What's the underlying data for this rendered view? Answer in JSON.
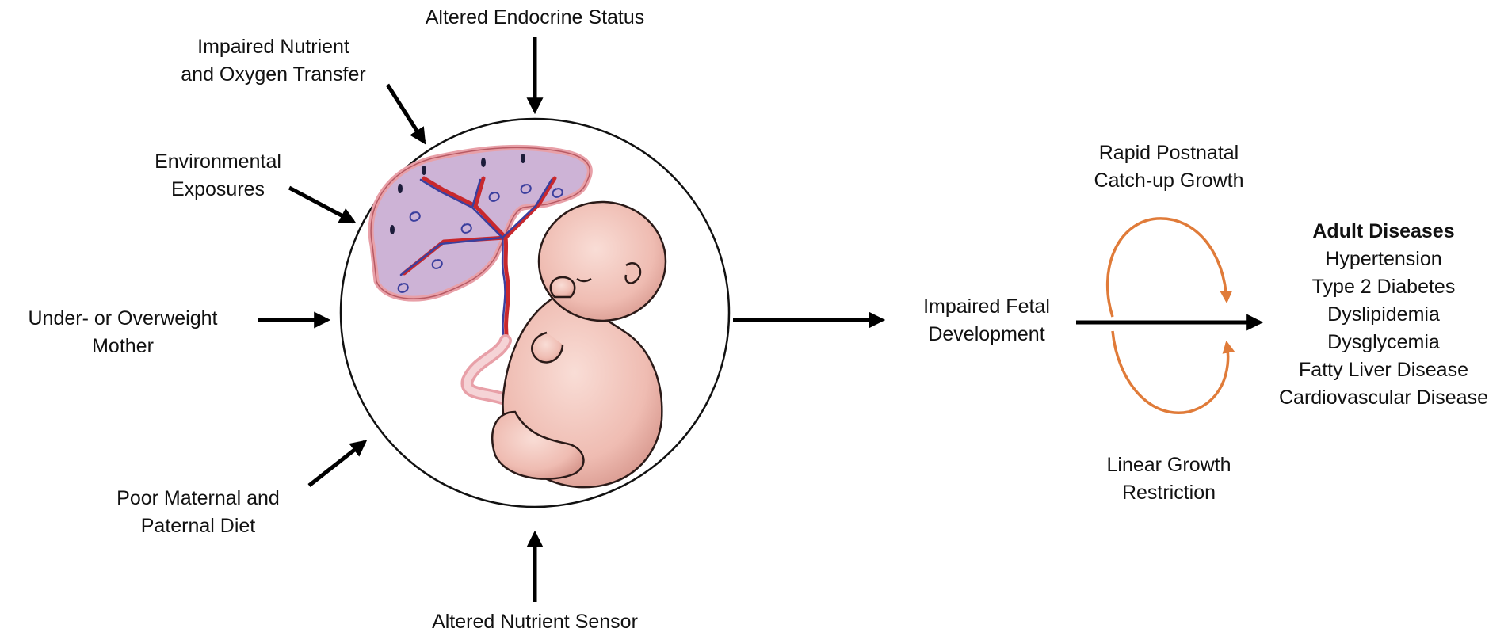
{
  "factors": {
    "endocrine": "Altered Endocrine Status",
    "nutrient_transfer": [
      "Impaired Nutrient",
      "and Oxygen Transfer"
    ],
    "environmental": [
      "Environmental",
      "Exposures"
    ],
    "mother": [
      "Under- or Overweight",
      "Mother"
    ],
    "diet": [
      "Poor Maternal and",
      "Paternal Diet"
    ],
    "sensor": "Altered Nutrient Sensor"
  },
  "outcome": [
    "Impaired Fetal",
    "Development"
  ],
  "growth": {
    "catch_up": [
      "Rapid Postnatal",
      "Catch-up Growth"
    ],
    "restriction": [
      "Linear Growth",
      "Restriction"
    ]
  },
  "adult_diseases": {
    "title": "Adult Diseases",
    "items": [
      "Hypertension",
      "Type 2 Diabetes",
      "Dyslipidemia",
      "Dysglycemia",
      "Fatty Liver Disease",
      "Cardiovascular Disease"
    ]
  },
  "colors": {
    "arrow": "#000000",
    "cycle_arrow": "#e07b39",
    "placenta": "#cdb3d6",
    "placenta_rim": "#e8a0a8",
    "artery": "#c8282d",
    "vein": "#3b3f9e",
    "fetus_skin": "#f2c8c0",
    "fetus_outline": "#2a1a18"
  }
}
